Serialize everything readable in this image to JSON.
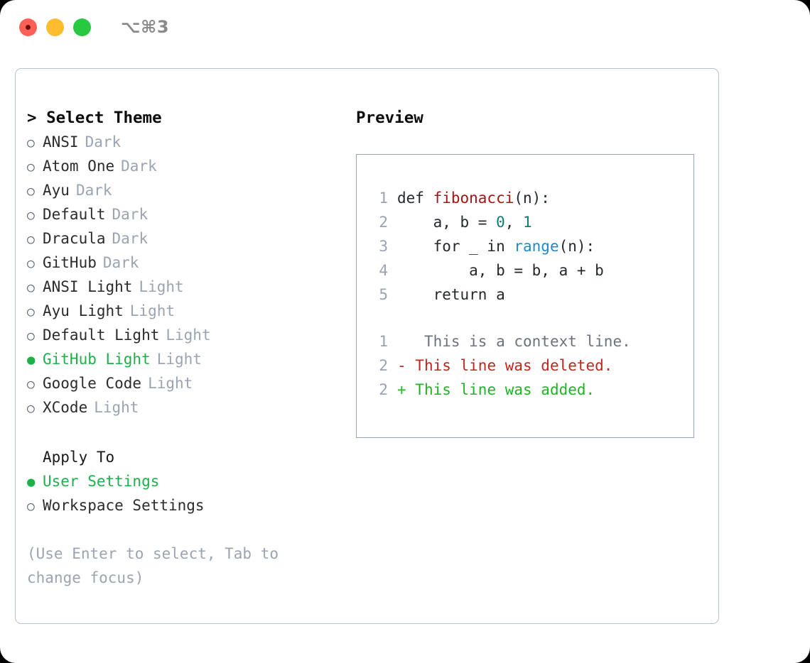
{
  "window": {
    "shortcut_label": "⌥⌘3",
    "traffic_lights": [
      {
        "name": "close",
        "color": "#ff5f57"
      },
      {
        "name": "minimize",
        "color": "#febc2e"
      },
      {
        "name": "maximize",
        "color": "#28c840"
      }
    ]
  },
  "theme_panel": {
    "header": "> Select Theme",
    "bullet_unselected": "○",
    "bullet_selected": "●",
    "items": [
      {
        "label": "ANSI",
        "tag": "Dark",
        "selected": false
      },
      {
        "label": "Atom One",
        "tag": "Dark",
        "selected": false
      },
      {
        "label": "Ayu",
        "tag": "Dark",
        "selected": false
      },
      {
        "label": "Default",
        "tag": "Dark",
        "selected": false
      },
      {
        "label": "Dracula",
        "tag": "Dark",
        "selected": false
      },
      {
        "label": "GitHub",
        "tag": "Dark",
        "selected": false
      },
      {
        "label": "ANSI Light",
        "tag": "Light",
        "selected": false
      },
      {
        "label": "Ayu Light",
        "tag": "Light",
        "selected": false
      },
      {
        "label": "Default Light",
        "tag": "Light",
        "selected": false
      },
      {
        "label": "GitHub Light",
        "tag": "Light",
        "selected": true
      },
      {
        "label": "Google Code",
        "tag": "Light",
        "selected": false
      },
      {
        "label": "XCode",
        "tag": "Light",
        "selected": false
      }
    ]
  },
  "apply_to": {
    "header": "Apply To",
    "items": [
      {
        "label": "User Settings",
        "selected": true
      },
      {
        "label": "Workspace Settings",
        "selected": false
      }
    ]
  },
  "help": {
    "text": "(Use Enter to select, Tab to change focus)"
  },
  "preview": {
    "header": "Preview",
    "code_lines": [
      {
        "number": "1",
        "tokens": [
          {
            "text": "def ",
            "type": "plain"
          },
          {
            "text": "fibonacci",
            "type": "fn"
          },
          {
            "text": "(n):",
            "type": "plain"
          }
        ]
      },
      {
        "number": "2",
        "tokens": [
          {
            "text": "    a, b = ",
            "type": "plain"
          },
          {
            "text": "0",
            "type": "num"
          },
          {
            "text": ", ",
            "type": "plain"
          },
          {
            "text": "1",
            "type": "num"
          }
        ]
      },
      {
        "number": "3",
        "tokens": [
          {
            "text": "    for _ in ",
            "type": "plain"
          },
          {
            "text": "range",
            "type": "call"
          },
          {
            "text": "(n):",
            "type": "plain"
          }
        ]
      },
      {
        "number": "4",
        "tokens": [
          {
            "text": "        a, b = b, a + b",
            "type": "plain"
          }
        ]
      },
      {
        "number": "5",
        "tokens": [
          {
            "text": "    return a",
            "type": "plain"
          }
        ]
      }
    ],
    "diff_lines": [
      {
        "number": "1",
        "marker": " ",
        "text": "  This is a context line.",
        "kind": "ctx"
      },
      {
        "number": "2",
        "marker": "-",
        "text": " This line was deleted.",
        "kind": "del"
      },
      {
        "number": "2",
        "marker": "+",
        "text": " This line was added.",
        "kind": "add"
      }
    ]
  },
  "colors": {
    "accent_green": "#1fb04a",
    "muted": "#9aa4b2",
    "border": "#b8c0cc",
    "preview_border": "#99a3b3",
    "syntax_function": "#a31515",
    "syntax_number": "#0a7d75",
    "syntax_call": "#1a8cc8",
    "diff_context": "#6a737d",
    "diff_deleted": "#c0261d",
    "diff_added": "#1fb425"
  }
}
